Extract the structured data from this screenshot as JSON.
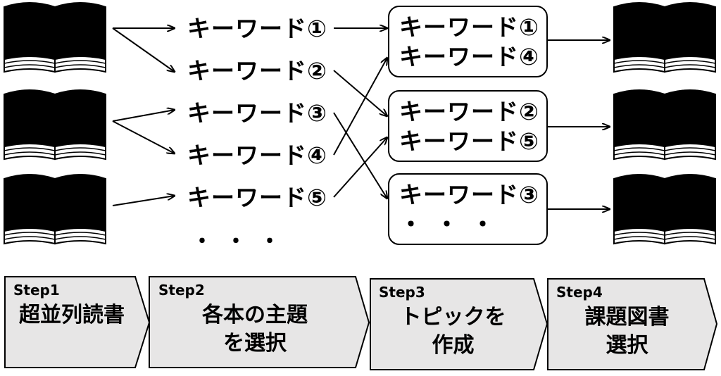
{
  "flow": {
    "col1": [
      {
        "label": "キーワード①"
      },
      {
        "label": "キーワード②"
      },
      {
        "label": "キーワード③"
      },
      {
        "label": "キーワード④"
      },
      {
        "label": "キーワード⑤"
      }
    ],
    "col1_ellipsis": "・・・",
    "topics": [
      {
        "line1": "キーワード①",
        "line2": "キーワード④"
      },
      {
        "line1": "キーワード②",
        "line2": "キーワード⑤"
      },
      {
        "line1": "キーワード③",
        "line2": "・・・"
      }
    ],
    "colors": {
      "source_book": "#c8c8c8",
      "result_book": "#9ec3e6",
      "step_fill": "#e7e6e6",
      "stroke": "#000000"
    }
  },
  "steps": [
    {
      "label": "Step1",
      "title": "超並列読書"
    },
    {
      "label": "Step2",
      "title": "各本の主題\nを選択"
    },
    {
      "label": "Step3",
      "title": "トピックを\n作成"
    },
    {
      "label": "Step4",
      "title": "課題図書\n選択"
    }
  ]
}
